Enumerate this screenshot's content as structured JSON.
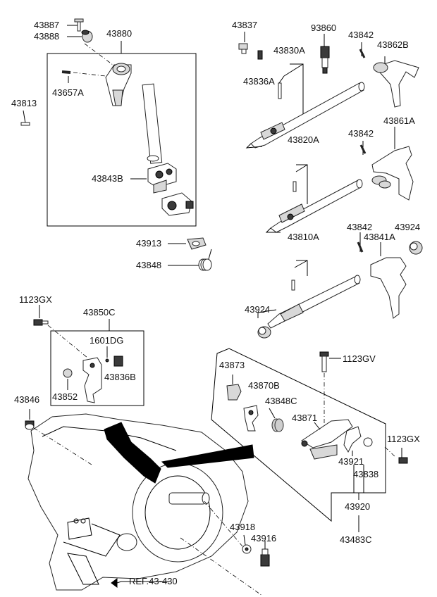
{
  "parts": {
    "p43887": "43887",
    "p43888": "43888",
    "p43880": "43880",
    "p43657A": "43657A",
    "p43813": "43813",
    "p43843B": "43843B",
    "p43913": "43913",
    "p43848": "43848",
    "p43837": "43837",
    "p93860": "93860",
    "p43842a": "43842",
    "p43862B": "43862B",
    "p43830A": "43830A",
    "p43836A": "43836A",
    "p43842b": "43842",
    "p43861A": "43861A",
    "p43820A": "43820A",
    "p43842c": "43842",
    "p43924a": "43924",
    "p43810A": "43810A",
    "p43841A": "43841A",
    "p43924b": "43924",
    "p1123GXa": "1123GX",
    "p43850C": "43850C",
    "p1601DG": "1601DG",
    "p43836B": "43836B",
    "p43852": "43852",
    "p43846": "43846",
    "p1123GV": "1123GV",
    "p43873": "43873",
    "p43870B": "43870B",
    "p43848C": "43848C",
    "p43871": "43871",
    "p1123GXb": "1123GX",
    "p43921": "43921",
    "p43838": "43838",
    "p43920": "43920",
    "p43483C": "43483C",
    "p43918": "43918",
    "p43916": "43916"
  },
  "ref": "REF.43-430"
}
